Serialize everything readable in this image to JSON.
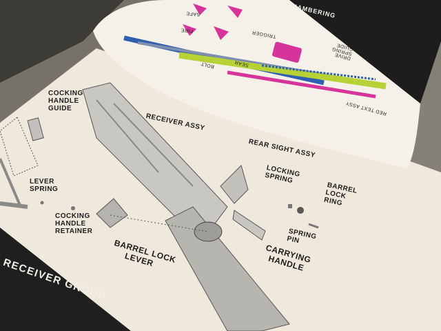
{
  "front_page": {
    "group_title": "RECEIVER GROUP",
    "labels": {
      "cocking_handle_guide": [
        "COCKING",
        "HANDLE",
        "GUIDE"
      ],
      "receiver_assy": "RECEIVER ASSY",
      "rear_sight_assy": "REAR SIGHT ASSY",
      "lever_spring": [
        "LEVER",
        "SPRING"
      ],
      "cocking_handle_retainer": [
        "COCKING",
        "HANDLE",
        "RETAINER"
      ],
      "barrel_lock_lever": [
        "BARREL LOCK",
        "LEVER"
      ],
      "locking_spring": [
        "LOCKING",
        "SPRING"
      ],
      "barrel_lock_ring": [
        "BARREL",
        "LOCK",
        "RING"
      ],
      "spring_pin": [
        "SPRING",
        "PIN"
      ],
      "carrying_handle": [
        "CARRYING",
        "HANDLE"
      ]
    }
  },
  "back_page": {
    "banner": "CHAMBERING",
    "labels": {
      "safe": "SAFE",
      "fire": "FIRE",
      "trigger": "TRIGGER",
      "bolt": "BOLT",
      "sear": "SEAR",
      "drive_spring_guide": [
        "DRIVE",
        "SPRING",
        "GUIDE"
      ],
      "drive_spring": "DRIVE SPRING",
      "red_text": "RED TEXT ASSY"
    }
  },
  "colors": {
    "paper": "#f1ece0",
    "table": "#7a766c",
    "black_band": "#1d1d1d",
    "magenta": "#d6349a",
    "blue": "#2f5fb0",
    "green": "#b7d234",
    "gun_gray": "#b7b5b0"
  }
}
